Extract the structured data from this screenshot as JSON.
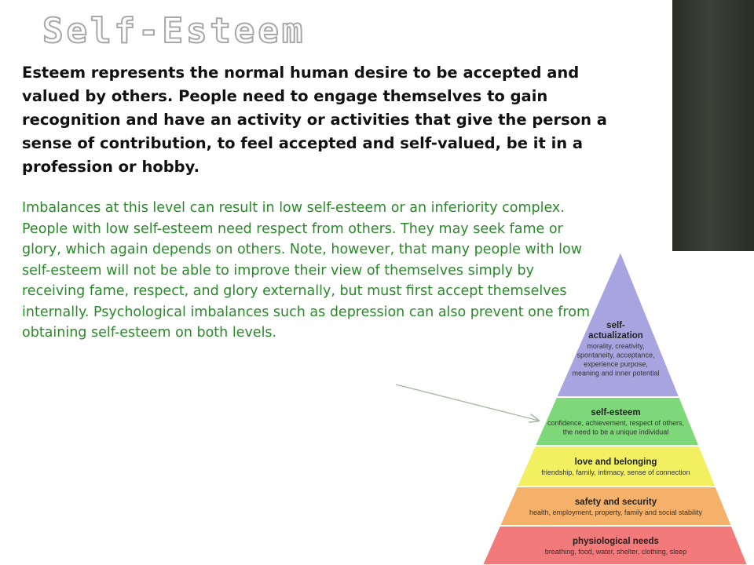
{
  "title": "Self-Esteem",
  "intro": "Esteem represents the normal human desire to be accepted and valued by others. People need to engage themselves to gain recognition and have an activity or activities that give the person a sense of contribution, to feel accepted and self-valued, be it in a profession or hobby.",
  "detail": "Imbalances at this level can result in low self-esteem or an inferiority complex. People with low self-esteem need respect from others. They may seek fame or glory, which again depends on others. Note, however, that many people with low self-esteem will not be able to improve their view of themselves simply by receiving fame, respect, and glory externally, but must first accept themselves internally. Psychological imbalances such as depression can also prevent one from obtaining self-esteem on both levels.",
  "pyramid": {
    "levels": [
      {
        "name": "self-\nactualization",
        "desc": "morality, creativity,\nspontaneity, acceptance,\nexperience purpose,\nmeaning and inner potential",
        "color": "#a8a4e0"
      },
      {
        "name": "self-esteem",
        "desc": "confidence, achievement, respect of others,\nthe need to be a unique individual",
        "color": "#7ed87a"
      },
      {
        "name": "love and belonging",
        "desc": "friendship, family, intimacy, sense of connection",
        "color": "#f2f060"
      },
      {
        "name": "safety and security",
        "desc": "health, employment, property, family and social stability",
        "color": "#f5b06a"
      },
      {
        "name": "physiological needs",
        "desc": "breathing, food, water, shelter, clothing, sleep",
        "color": "#f27a7a"
      }
    ]
  }
}
